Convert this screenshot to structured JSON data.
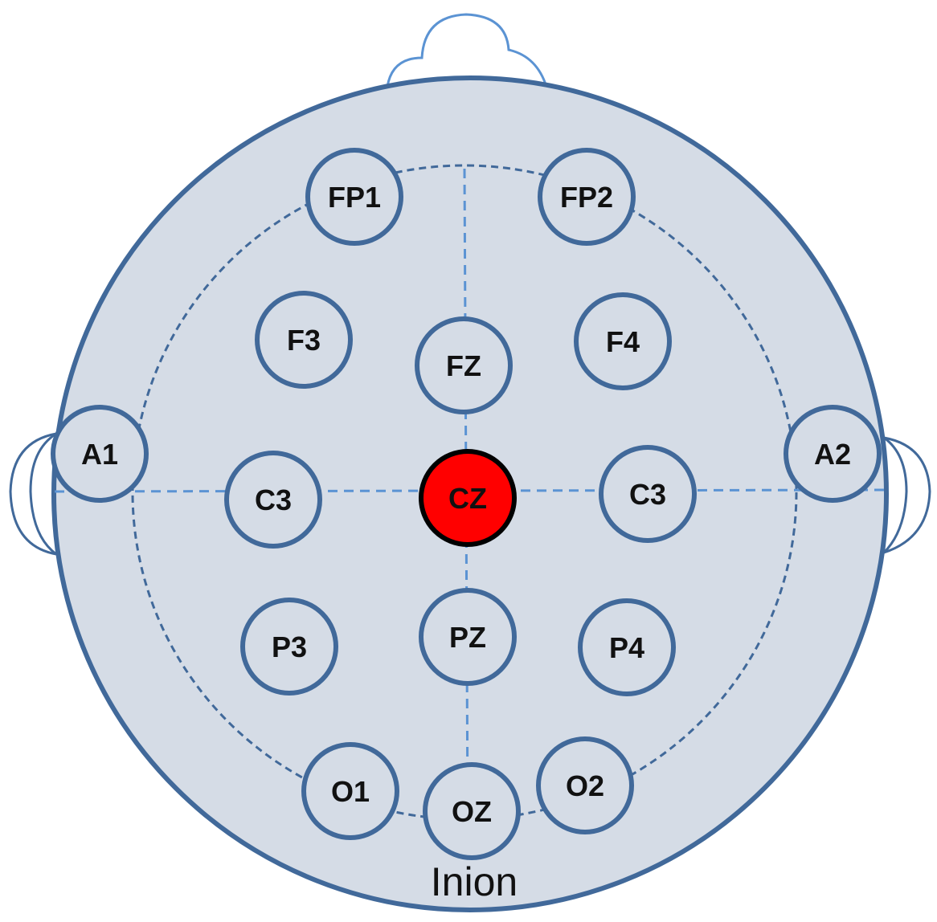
{
  "diagram": {
    "bottom_label": "Inion",
    "colors": {
      "head_fill": "#d5dce6",
      "outline": "#41699a",
      "guide": "#5b93d3",
      "active_fill": "#ff0000",
      "active_outline": "#000000"
    },
    "electrodes": [
      {
        "id": "fp1",
        "label": "FP1",
        "active": false
      },
      {
        "id": "fp2",
        "label": "FP2",
        "active": false
      },
      {
        "id": "f3",
        "label": "F3",
        "active": false
      },
      {
        "id": "fz",
        "label": "FZ",
        "active": false
      },
      {
        "id": "f4",
        "label": "F4",
        "active": false
      },
      {
        "id": "a1",
        "label": "A1",
        "active": false
      },
      {
        "id": "c3-left",
        "label": "C3",
        "active": false
      },
      {
        "id": "cz",
        "label": "CZ",
        "active": true
      },
      {
        "id": "c3-right",
        "label": "C3",
        "active": false
      },
      {
        "id": "a2",
        "label": "A2",
        "active": false
      },
      {
        "id": "p3",
        "label": "P3",
        "active": false
      },
      {
        "id": "pz",
        "label": "PZ",
        "active": false
      },
      {
        "id": "p4",
        "label": "P4",
        "active": false
      },
      {
        "id": "o1",
        "label": "O1",
        "active": false
      },
      {
        "id": "oz",
        "label": "OZ",
        "active": false
      },
      {
        "id": "o2",
        "label": "O2",
        "active": false
      }
    ]
  }
}
